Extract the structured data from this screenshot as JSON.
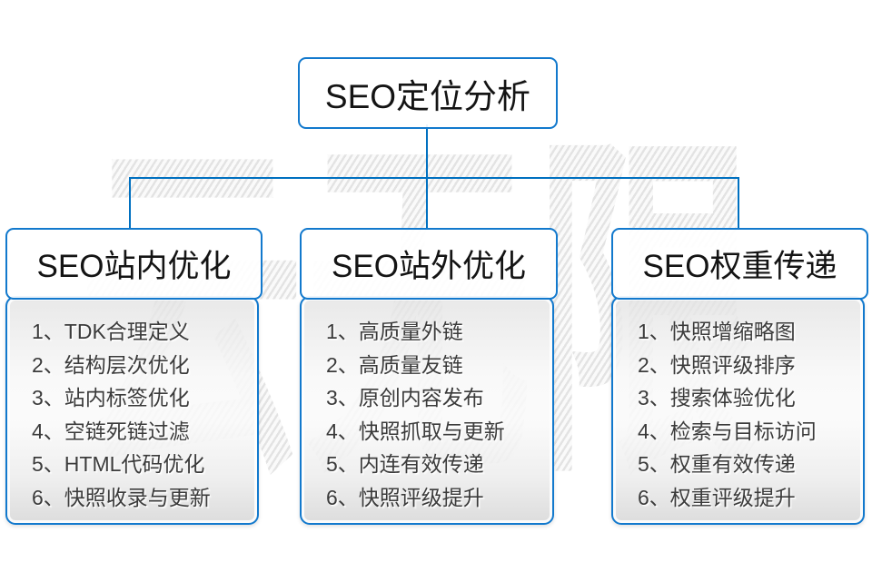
{
  "watermark": {
    "text": "云无限"
  },
  "root": {
    "title": "SEO定位分析"
  },
  "columns": [
    {
      "title": "SEO站内优化",
      "items": [
        "1、TDK合理定义",
        "2、结构层次优化",
        "3、站内标签优化",
        "4、空链死链过滤",
        "5、HTML代码优化",
        "6、快照收录与更新"
      ]
    },
    {
      "title": "SEO站外优化",
      "items": [
        "1、高质量外链",
        "2、高质量友链",
        "3、原创内容发布",
        "4、快照抓取与更新",
        "5、内连有效传递",
        "6、快照评级提升"
      ]
    },
    {
      "title": "SEO权重传递",
      "items": [
        "1、快照增缩略图",
        "2、快照评级排序",
        "3、搜索体验优化",
        "4、检索与目标访问",
        "5、权重有效传递",
        "6、权重评级提升"
      ]
    }
  ],
  "colors": {
    "box_border_blue": "#1279cd",
    "connector_blue": "#0070c0",
    "list_text_gray": "#3b3b3b",
    "watermark_gray": "#e3e3e3"
  }
}
